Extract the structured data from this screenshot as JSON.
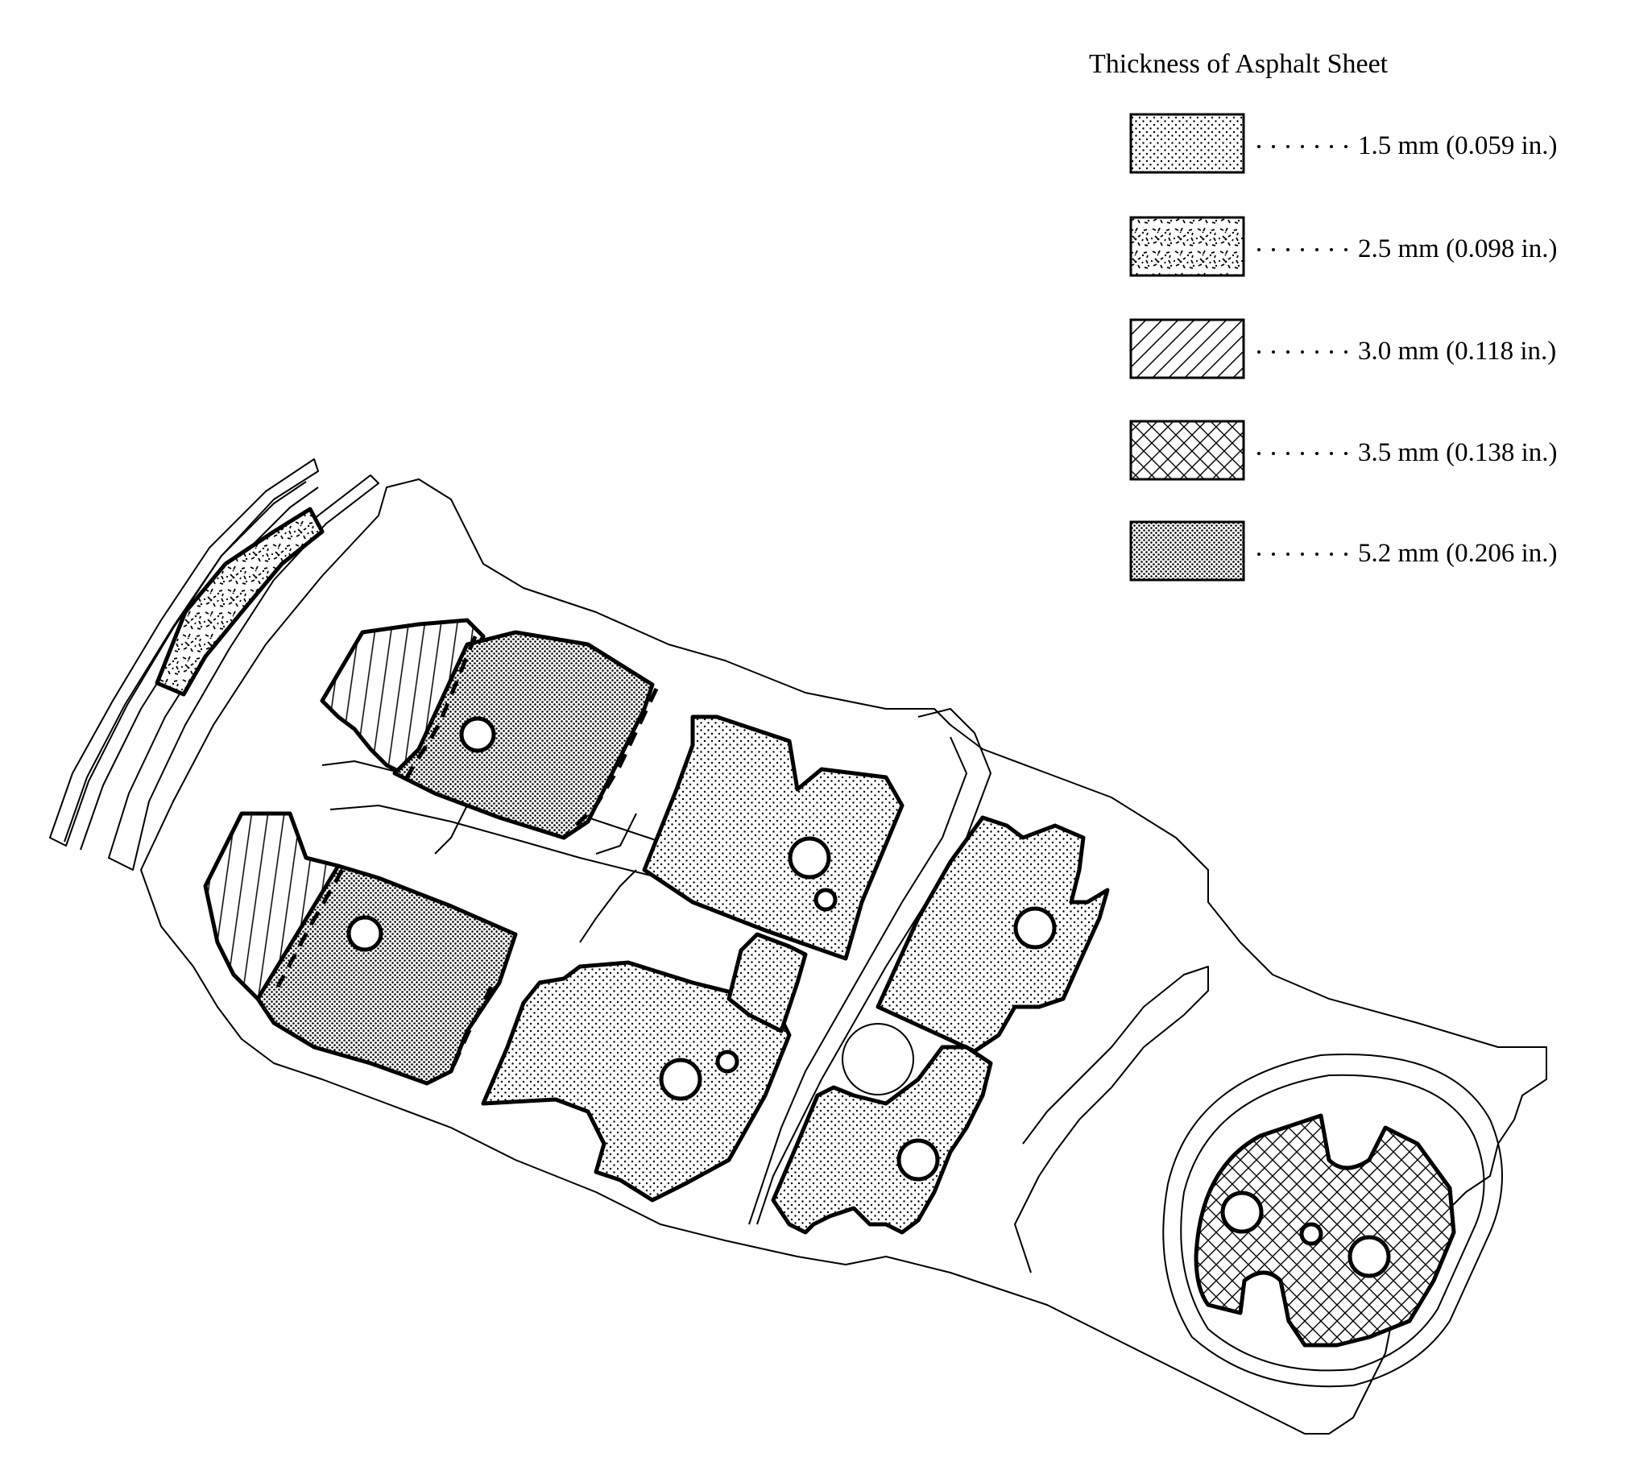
{
  "legend": {
    "title": "Thickness of Asphalt Sheet",
    "items": [
      {
        "label": "1.5 mm (0.059 in.)",
        "pattern": "dots-sparse"
      },
      {
        "label": "2.5 mm (0.098 in.)",
        "pattern": "speckle"
      },
      {
        "label": "3.0 mm (0.118 in.)",
        "pattern": "diagonal-hatch"
      },
      {
        "label": "3.5 mm (0.138 in.)",
        "pattern": "cross-hatch"
      },
      {
        "label": "5.2 mm (0.206 in.)",
        "pattern": "dots-dense"
      }
    ]
  },
  "colors": {
    "ink": "#000000",
    "paper": "#ffffff"
  }
}
